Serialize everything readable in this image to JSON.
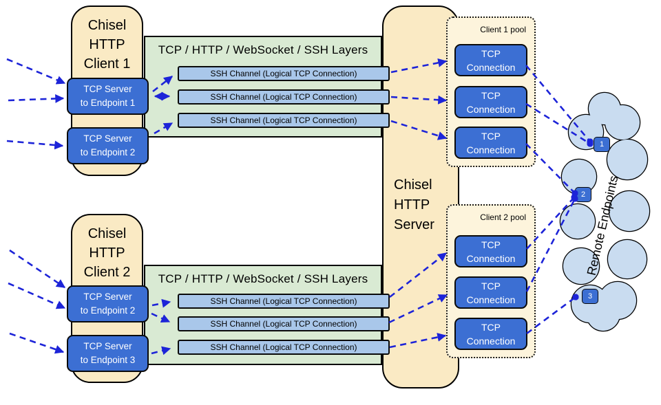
{
  "colors": {
    "cream": "#faeac4",
    "pool_bg": "#fdf4dc",
    "green_band": "#d9ead3",
    "box_blue": "#3c6fd3",
    "channel_blue": "#a9c7ea",
    "cloud_blue": "#c9dcf0",
    "arrow_blue": "#1d24d8",
    "ink": "#000000"
  },
  "clients": [
    {
      "title": "Chisel\nHTTP\nClient 1",
      "tcp_servers": [
        {
          "label": "TCP Server\nto Endpoint 1"
        },
        {
          "label": "TCP Server\nto Endpoint 2"
        }
      ]
    },
    {
      "title": "Chisel\nHTTP\nClient 2",
      "tcp_servers": [
        {
          "label": "TCP Server\nto Endpoint 2"
        },
        {
          "label": "TCP Server\nto Endpoint 3"
        }
      ]
    }
  ],
  "layer_bands": [
    {
      "title": "TCP / HTTP / WebSocket / SSH Layers",
      "channels": [
        {
          "label": "SSH Channel (Logical TCP Connection)"
        },
        {
          "label": "SSH Channel (Logical TCP Connection)"
        },
        {
          "label": "SSH Channel (Logical TCP Connection)"
        }
      ]
    },
    {
      "title": "TCP / HTTP / WebSocket / SSH Layers",
      "channels": [
        {
          "label": "SSH Channel (Logical TCP Connection)"
        },
        {
          "label": "SSH Channel (Logical TCP Connection)"
        },
        {
          "label": "SSH Channel (Logical TCP Connection)"
        }
      ]
    }
  ],
  "server": {
    "title": "Chisel\nHTTP\nServer"
  },
  "pools": [
    {
      "label": "Client 1 pool",
      "connections": [
        {
          "label": "TCP\nConnection"
        },
        {
          "label": "TCP\nConnection"
        },
        {
          "label": "TCP\nConnection"
        }
      ]
    },
    {
      "label": "Client 2 pool",
      "connections": [
        {
          "label": "TCP\nConnection"
        },
        {
          "label": "TCP\nConnection"
        },
        {
          "label": "TCP\nConnection"
        }
      ]
    }
  ],
  "cloud": {
    "label": "Remote Endpoints",
    "endpoints": [
      {
        "label": "1"
      },
      {
        "label": "2"
      },
      {
        "label": "3"
      }
    ]
  }
}
